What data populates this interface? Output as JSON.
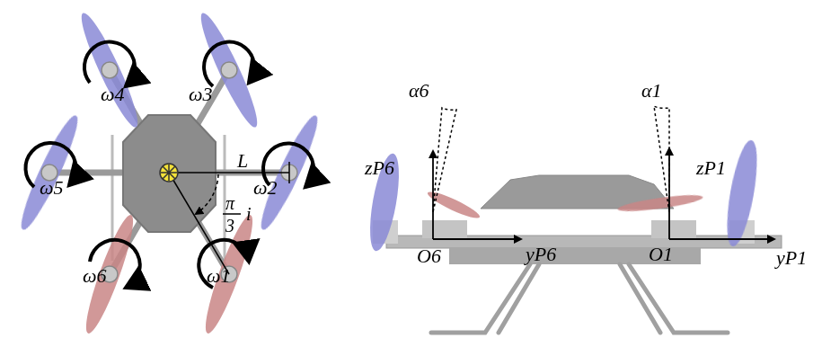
{
  "diagram": {
    "labels": [
      "ω4",
      "ω3",
      "ω5",
      "ω2",
      "ω6",
      "ω1",
      "L",
      "π",
      "3",
      "i",
      "α6",
      "α1",
      "zP6",
      "zP1",
      "O6",
      "O1",
      "yP6",
      "yP1"
    ]
  }
}
